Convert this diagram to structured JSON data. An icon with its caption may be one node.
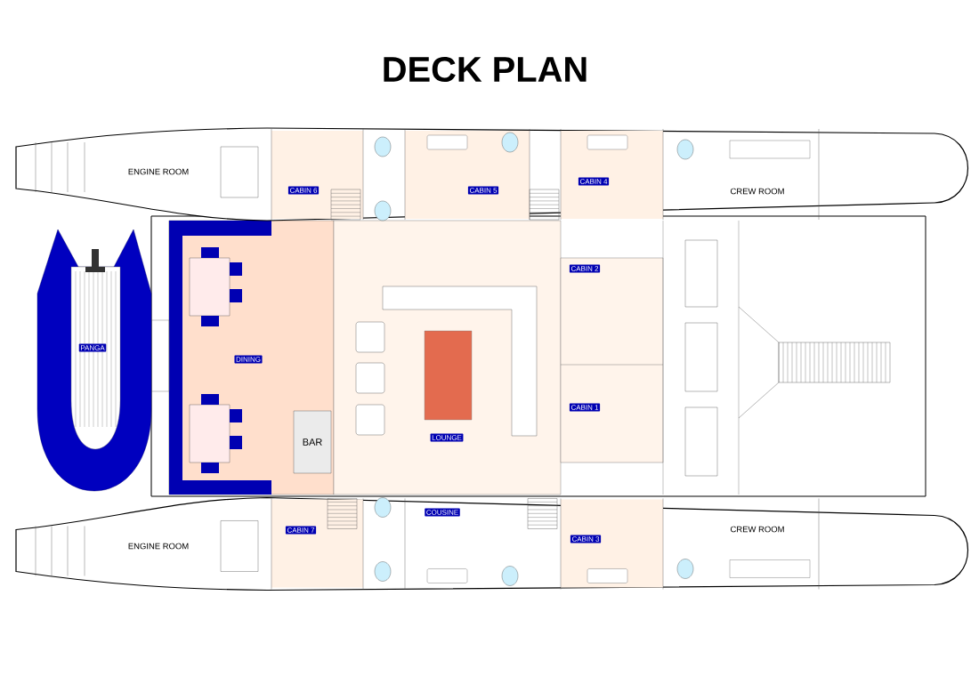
{
  "diagram": {
    "title": "DECK PLAN",
    "nodes": [
      {
        "text": [
          "ENGINE ROOM"
        ]
      },
      {
        "text": [
          "CABIN 6"
        ]
      },
      {
        "text": [
          "CABIN 5"
        ]
      },
      {
        "text": [
          "CABIN 4"
        ]
      },
      {
        "text": [
          "CREW ROOM"
        ]
      },
      {
        "text": [
          "PANGA"
        ]
      },
      {
        "text": [
          "DINING"
        ]
      },
      {
        "text": [
          "CABIN 2"
        ]
      },
      {
        "text": [
          "CABIN 1"
        ]
      },
      {
        "text": [
          "BAR"
        ]
      },
      {
        "text": [
          "LOUNGE"
        ]
      },
      {
        "text": [
          "ENGINE ROOM"
        ]
      },
      {
        "text": [
          "CABIN 7"
        ]
      },
      {
        "text": [
          "COUSINE"
        ]
      },
      {
        "text": [
          "CABIN 3"
        ]
      },
      {
        "text": [
          "CREW ROOM"
        ]
      }
    ],
    "edges": []
  }
}
